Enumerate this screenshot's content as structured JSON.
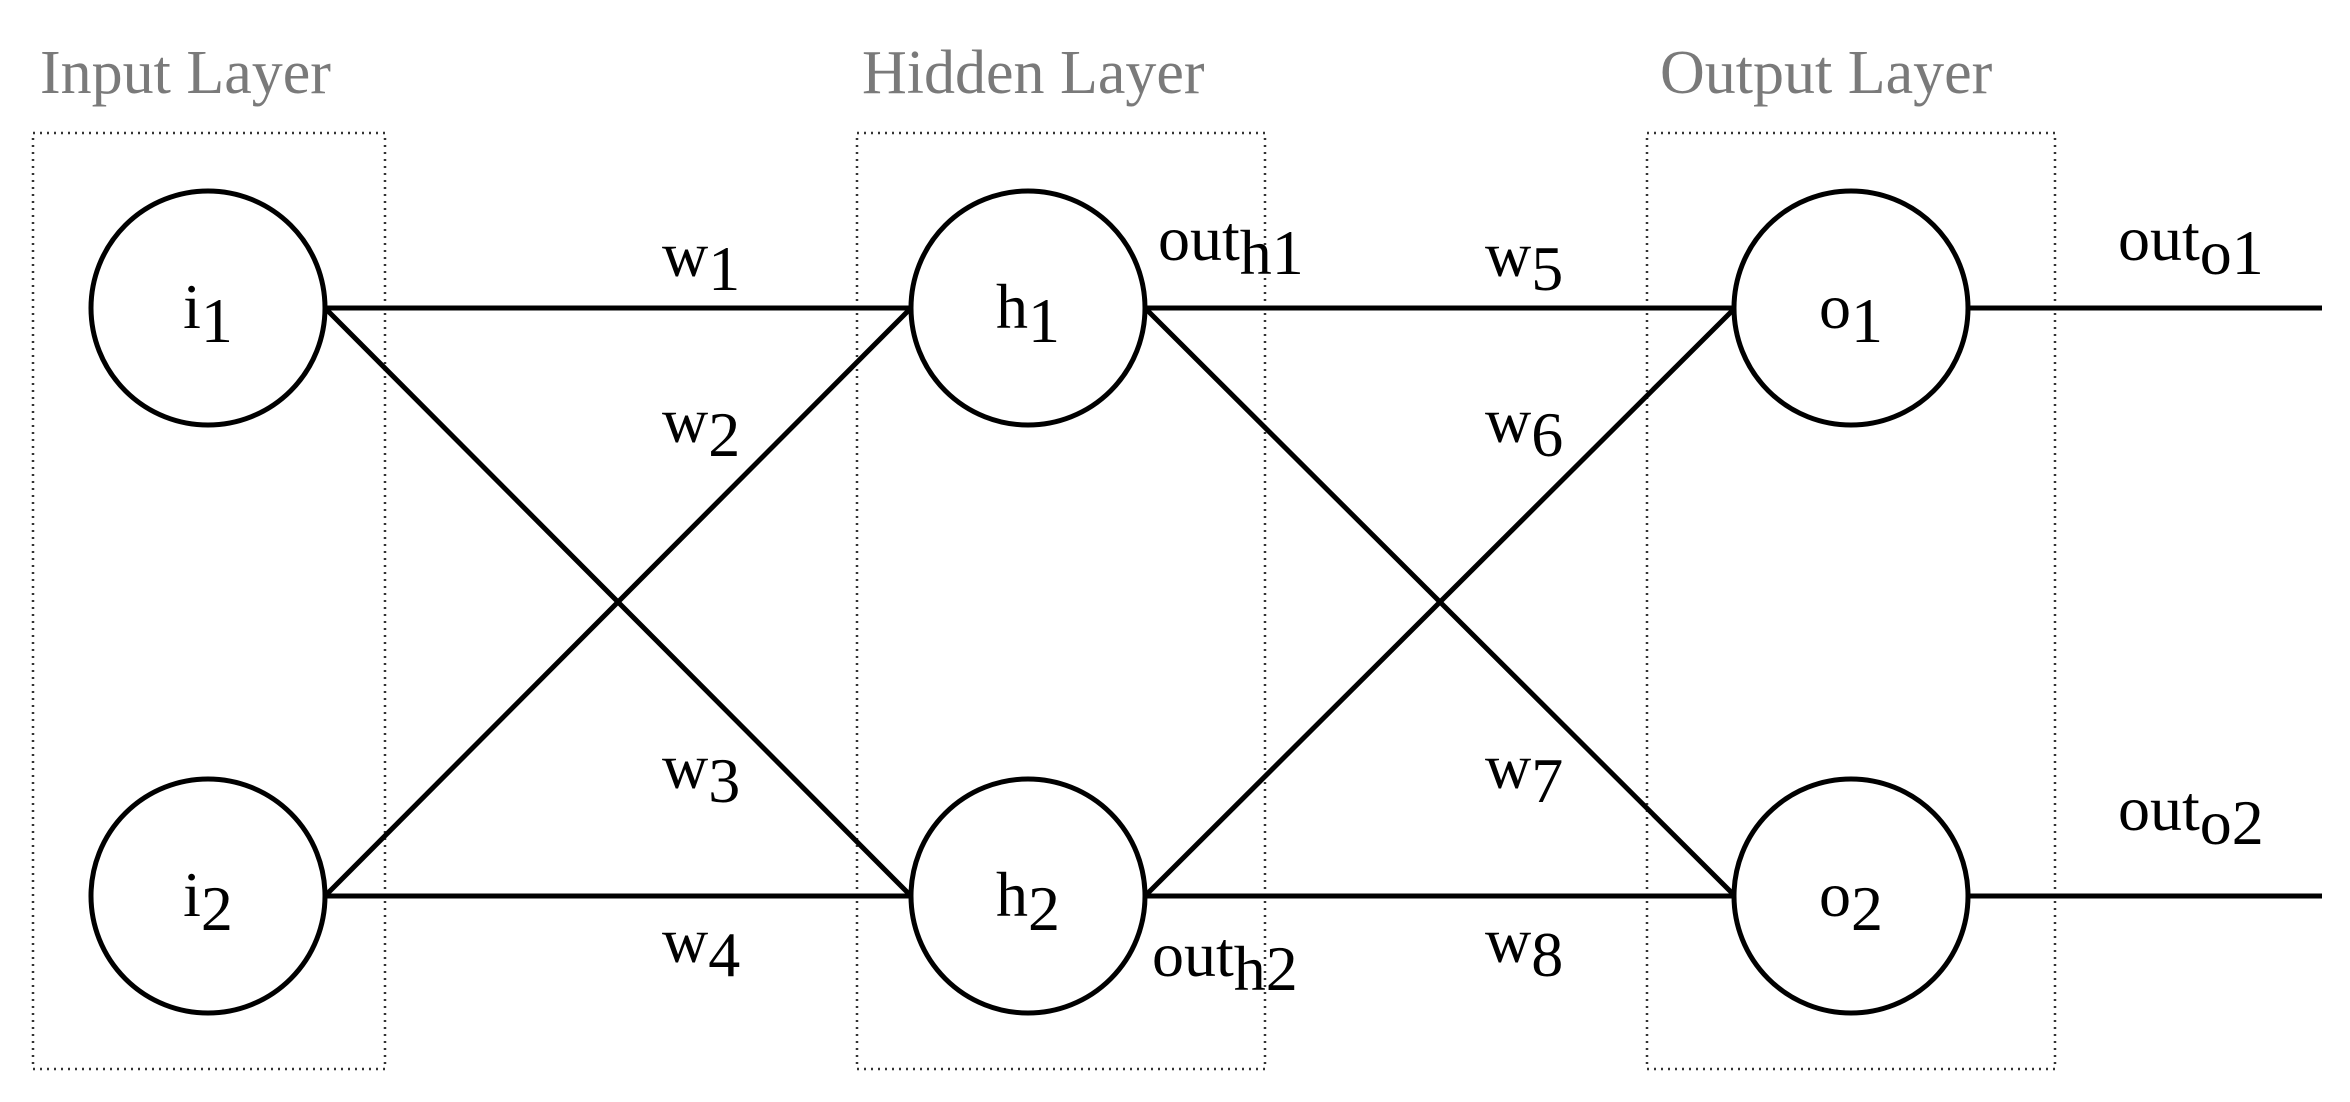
{
  "layers": {
    "input": "Input Layer",
    "hidden": "Hidden Layer",
    "output": "Output Layer"
  },
  "nodes": {
    "i1": {
      "base": "i",
      "sub": "1"
    },
    "i2": {
      "base": "i",
      "sub": "2"
    },
    "h1": {
      "base": "h",
      "sub": "1"
    },
    "h2": {
      "base": "h",
      "sub": "2"
    },
    "o1": {
      "base": "o",
      "sub": "1"
    },
    "o2": {
      "base": "o",
      "sub": "2"
    }
  },
  "weights": {
    "w1": {
      "base": "w",
      "sub": "1"
    },
    "w2": {
      "base": "w",
      "sub": "2"
    },
    "w3": {
      "base": "w",
      "sub": "3"
    },
    "w4": {
      "base": "w",
      "sub": "4"
    },
    "w5": {
      "base": "w",
      "sub": "5"
    },
    "w6": {
      "base": "w",
      "sub": "6"
    },
    "w7": {
      "base": "w",
      "sub": "7"
    },
    "w8": {
      "base": "w",
      "sub": "8"
    }
  },
  "outputs": {
    "out_h1": {
      "base": "out",
      "sub": "h1"
    },
    "out_h2": {
      "base": "out",
      "sub": "h2"
    },
    "out_o1": {
      "base": "out",
      "sub": "o1"
    },
    "out_o2": {
      "base": "out",
      "sub": "o2"
    }
  }
}
